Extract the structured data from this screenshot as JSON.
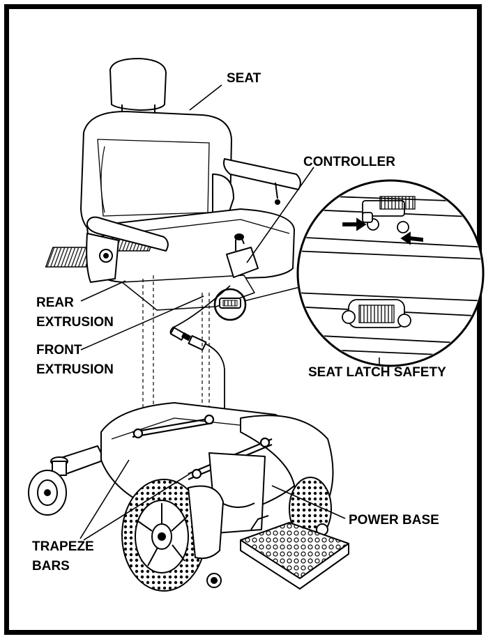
{
  "labels": {
    "seat": "SEAT",
    "controller": "CONTROLLER",
    "rear_extrusion_1": "REAR",
    "rear_extrusion_2": "EXTRUSION",
    "front_extrusion_1": "FRONT",
    "front_extrusion_2": "EXTRUSION",
    "seat_latch_safety": "SEAT LATCH SAFETY",
    "power_base": "POWER BASE",
    "trapeze_bars_1": "TRAPEZE",
    "trapeze_bars_2": "BARS"
  },
  "colors": {
    "line": "#000000",
    "fill": "#ffffff",
    "shade": "#d9d9d9"
  }
}
